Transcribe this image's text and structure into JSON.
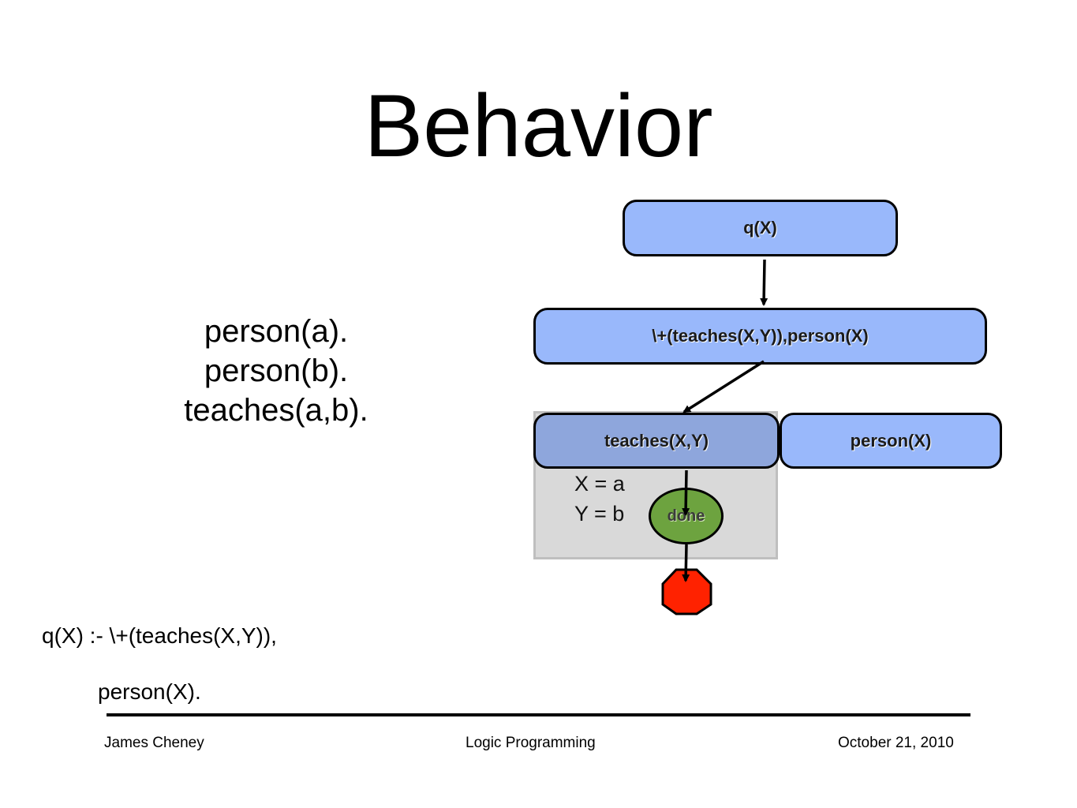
{
  "slide": {
    "title": "Behavior",
    "facts": [
      "person(a).",
      "person(b).",
      "teaches(a,b)."
    ],
    "rule_line1": "q(X) :- \\+(teaches(X,Y)),",
    "rule_line2": "person(X)."
  },
  "diagram": {
    "nodes": {
      "query": "q(X)",
      "negation_goal": "\\+(teaches(X,Y)),person(X)",
      "teaches_goal": "teaches(X,Y)",
      "person_goal": "person(X)",
      "done": "done"
    },
    "bindings": [
      "X = a",
      "Y = b"
    ],
    "colors": {
      "node_fill": "#99b8fb",
      "subgoal_fill": "#8ea6dc",
      "scope_box": "#d9d9d9",
      "done_fill": "#6da33f",
      "stop_sign": "#ff2200"
    }
  },
  "footer": {
    "author": "James Cheney",
    "course": "Logic Programming",
    "date": "October 21, 2010"
  }
}
